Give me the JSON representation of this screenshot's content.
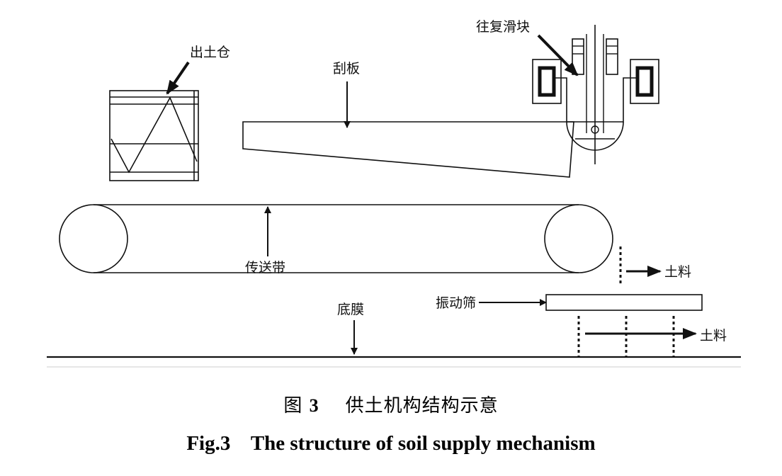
{
  "labels": {
    "hopper": "出土仓",
    "scraper": "刮板",
    "slider": "往复滑块",
    "belt": "传送带",
    "film": "底膜",
    "sieve": "振动筛",
    "soil_upper": "土料",
    "soil_lower": "土料"
  },
  "caption": {
    "cn_label": "图",
    "cn_number": "3",
    "cn_text": "供土机构结构示意",
    "en_label": "Fig.3",
    "en_text": "The structure of soil supply mechanism"
  }
}
